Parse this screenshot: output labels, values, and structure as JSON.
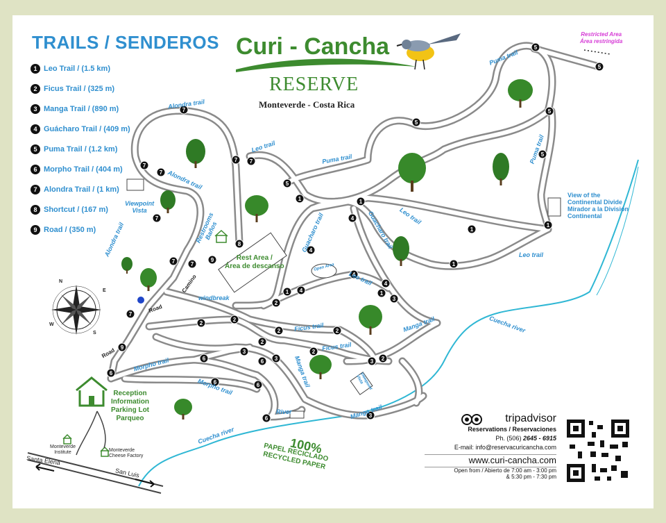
{
  "legend": {
    "title": "TRAILS / SENDEROS",
    "trails": [
      {
        "num": "1",
        "label": "Leo Trail /  (1.5 km)"
      },
      {
        "num": "2",
        "label": "Ficus Trail / (325 m)"
      },
      {
        "num": "3",
        "label": "Manga Trail / (890 m)"
      },
      {
        "num": "4",
        "label": "Guácharo Trail / (409 m)"
      },
      {
        "num": "5",
        "label": "Puma Trail / (1.2 km)"
      },
      {
        "num": "6",
        "label": "Morpho Trail / (404 m)"
      },
      {
        "num": "7",
        "label": "Alondra Trail / (1 km)"
      },
      {
        "num": "8",
        "label": "Shortcut / (167 m)"
      },
      {
        "num": "9",
        "label": "Road / (350 m)"
      }
    ]
  },
  "brand": {
    "name": "Curi - Cancha",
    "sub": "RESERVE",
    "location": "Monteverde - Costa Rica"
  },
  "labels": {
    "restricted_1": "Restricted Area",
    "restricted_2": "Área restringida",
    "puma_1": "Puma trail",
    "puma_2": "Puma trail",
    "puma_3": "Puma trail",
    "leo_1": "Leo trail",
    "leo_2": "Leo trail",
    "leo_3": "Leo trail",
    "leo_4": "Leo trail",
    "alondra_1": "Alondra trail",
    "alondra_2": "Alondra trail",
    "alondra_3": "Alondra trail",
    "guacharo_1": "Guacharo trail",
    "guacharo_2": "Guacharo trail",
    "viewpoint_1": "Viewpoint",
    "viewpoint_2": "Vista",
    "divide_1": "View of the",
    "divide_2": "Continental Divide",
    "divide_3": "Mirador a la División",
    "divide_4": "Continental",
    "restrooms_1": "Restrooms",
    "restrooms_2": "Baños",
    "rest_1": "Rest Area /",
    "rest_2": "Área de descanso",
    "open_area": "Open Area",
    "windbreak": "windbreak",
    "camino": "Camino",
    "road_1": "Road",
    "road_2": "Road",
    "ficus_1": "Ficus trail",
    "ficus_2": "Ficus trail",
    "manga_1": "Manga trail",
    "manga_2": "Manga trail",
    "manga_3": "Manga trail",
    "morpho_1": "Morpho trail",
    "morpho_2": "Morpho trail",
    "river": "River",
    "cuecha_1": "Cuecha river",
    "cuecha_2": "Cuecha river",
    "viewpoint_small": "Viewpoint",
    "vista_small": "Vista",
    "reception_1": "Reception",
    "reception_2": "Information",
    "reception_3": "Parking Lot",
    "reception_4": "Parqueo",
    "monteverde_institute_1": "Monteverde",
    "monteverde_institute_2": "Institute",
    "cheese_1": "Monteverde",
    "cheese_2": "Cheese Factory",
    "santa_elena": "Santa Elena",
    "san_luis": "San Luis",
    "compass_n": "N",
    "compass_s": "S",
    "compass_e": "E",
    "compass_w": "W"
  },
  "recycle": {
    "percent": "100%",
    "line1": "PAPEL RECICLADO",
    "line2": "RECYCLED PAPER"
  },
  "contact": {
    "brand": "tripadvisor",
    "reservations": "Reservations / Reservaciones",
    "phone_label": "Ph. (506) ",
    "phone": "2645 - 6915",
    "email": "E-mail: info@reservacuricancha.com",
    "web": "www.curi-cancha.com",
    "hours_1": "Open from / Abierto de 7:00 am - 3:00 pm",
    "hours_2": "& 5:30 pm - 7:30 pm"
  },
  "colors": {
    "trail": "#8a8a8a",
    "trail_inner": "#ffffff",
    "river": "#2fb7d4",
    "blue_text": "#2f8fcf",
    "green": "#3d8b2f",
    "restricted": "#d63bd6"
  },
  "markers": [
    "7",
    "7",
    "7",
    "7",
    "7",
    "7",
    "7",
    "7",
    "7",
    "5",
    "5",
    "5",
    "5",
    "5",
    "5",
    "1",
    "1",
    "1",
    "1",
    "1",
    "1",
    "1",
    "4",
    "4",
    "4",
    "4",
    "4",
    "3",
    "3",
    "3",
    "3",
    "3",
    "2",
    "2",
    "2",
    "2",
    "2",
    "2",
    "2",
    "2",
    "6",
    "6",
    "6",
    "6",
    "6",
    "6",
    "9",
    "9",
    "8"
  ]
}
